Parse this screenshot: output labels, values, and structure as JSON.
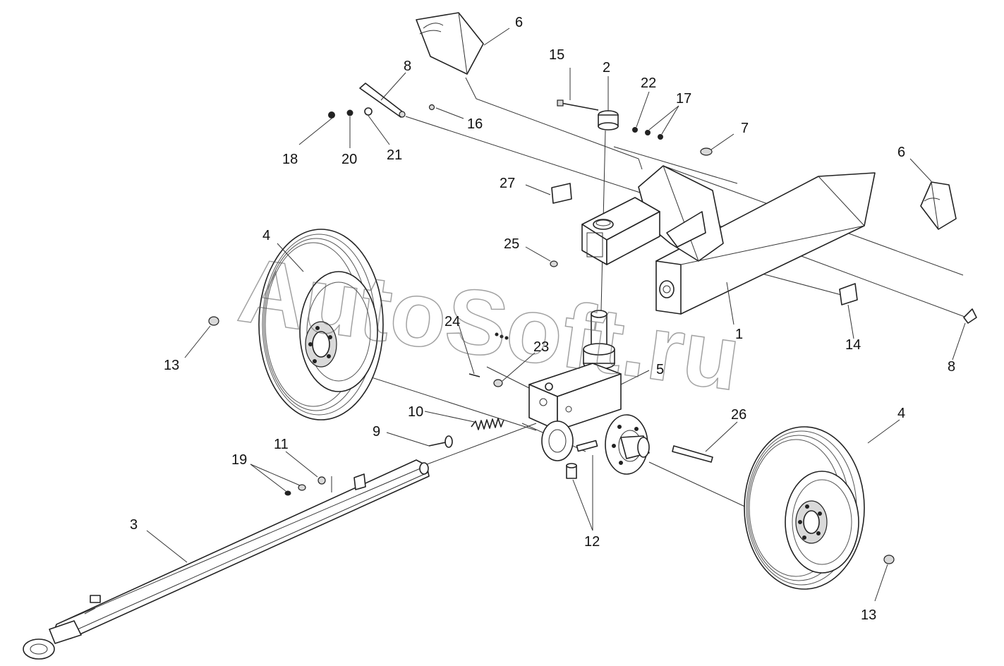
{
  "watermark": "AutoSoft.ru",
  "labels": {
    "l1": "1",
    "l2": "2",
    "l3": "3",
    "l4a": "4",
    "l4b": "4",
    "l5": "5",
    "l6a": "6",
    "l6b": "6",
    "l7": "7",
    "l8a": "8",
    "l8b": "8",
    "l9": "9",
    "l10": "10",
    "l11": "11",
    "l12": "12",
    "l13a": "13",
    "l13b": "13",
    "l14": "14",
    "l15": "15",
    "l16": "16",
    "l17": "17",
    "l18": "18",
    "l19": "19",
    "l20": "20",
    "l21": "21",
    "l22": "22",
    "l23": "23",
    "l24": "24",
    "l25": "25",
    "l26": "26",
    "l27": "27"
  }
}
